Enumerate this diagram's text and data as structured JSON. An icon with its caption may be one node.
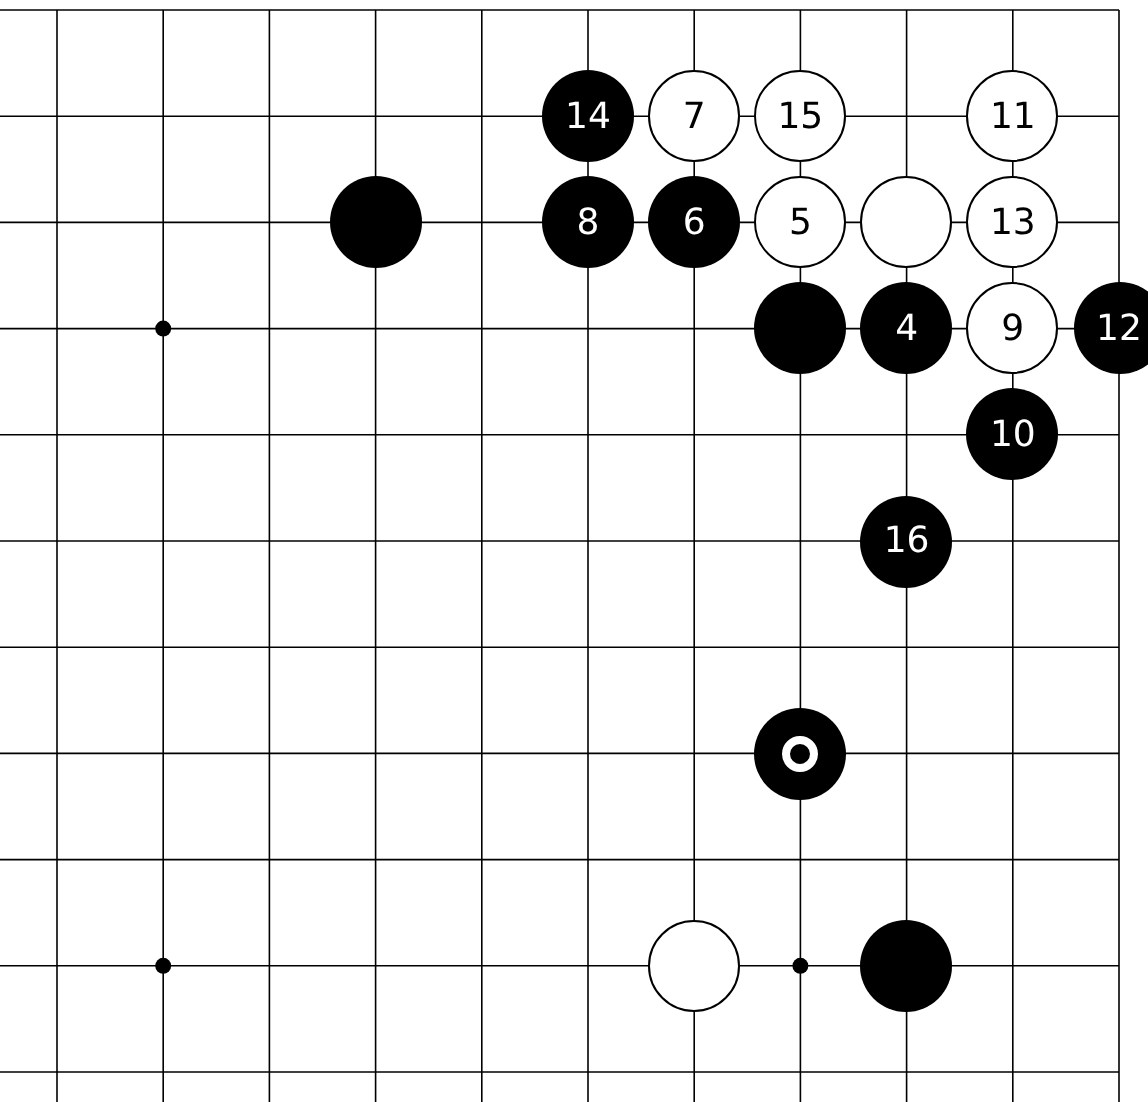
{
  "diagram": {
    "nodes": [
      {
        "text": [
          "14"
        ]
      },
      {
        "text": [
          "7"
        ]
      },
      {
        "text": [
          "15"
        ]
      },
      {
        "text": [
          "11"
        ]
      },
      {
        "text": [],
        "shape": "circle"
      },
      {
        "text": [
          "8"
        ]
      },
      {
        "text": [
          "6"
        ]
      },
      {
        "text": [
          "5"
        ]
      },
      {
        "text": [],
        "shape": "circle"
      },
      {
        "text": [
          "13"
        ]
      },
      {
        "text": [],
        "shape": "circle"
      },
      {
        "text": [
          "4"
        ]
      },
      {
        "text": [
          "9"
        ]
      },
      {
        "text": [
          "12"
        ]
      },
      {
        "text": [
          "10"
        ]
      },
      {
        "text": [
          "16"
        ]
      },
      {
        "text": [],
        "shape": "circle"
      },
      {
        "text": [],
        "shape": "circle"
      },
      {
        "text": [],
        "shape": "circle"
      }
    ]
  }
}
